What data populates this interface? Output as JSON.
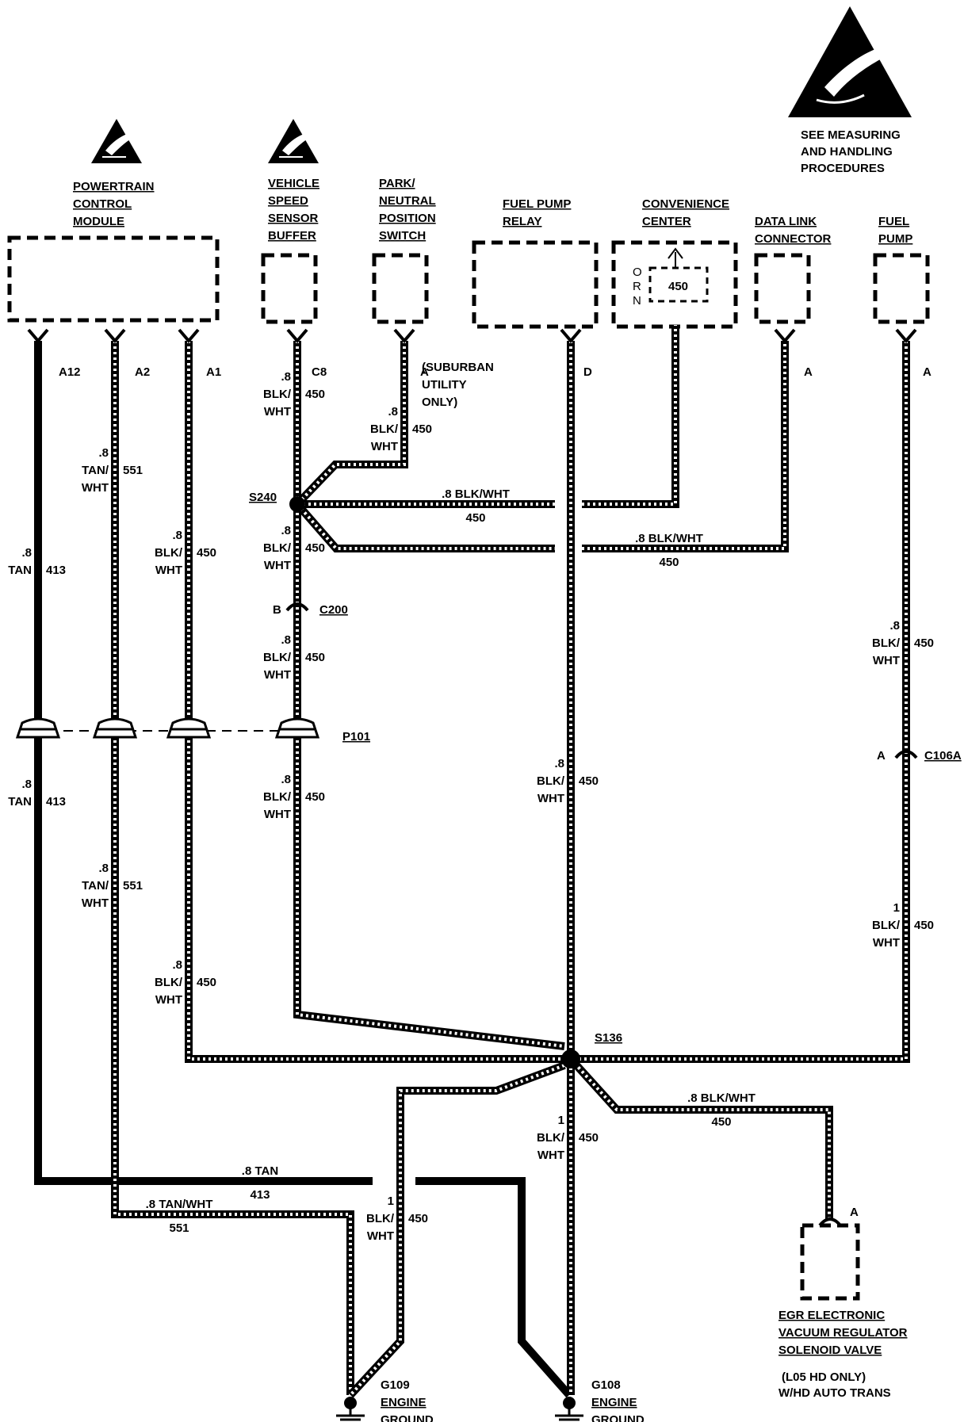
{
  "components": {
    "pcm": "POWERTRAIN CONTROL MODULE",
    "vssb": "VEHICLE SPEED SENSOR BUFFER",
    "pnp": "PARK/ NEUTRAL POSITION SWITCH",
    "fpr": "FUEL PUMP RELAY",
    "conv": "CONVENIENCE CENTER",
    "dlc": "DATA LINK CONNECTOR",
    "fp": "FUEL PUMP",
    "egr": "EGR ELECTRONIC VACUUM REGULATOR SOLENOID VALVE",
    "egr_note1": "(L05 HD ONLY)",
    "egr_note2": "W/HD AUTO TRANS",
    "esd_note": "SEE MEASURING AND HANDLING PROCEDURES"
  },
  "pins": {
    "pcm_a12": "A12",
    "pcm_a2": "A2",
    "pcm_a1": "A1",
    "vssb": "C8",
    "pnp": "A",
    "fpr": "D",
    "dlc": "A",
    "fp": "A",
    "egr": "A",
    "c200": "B",
    "c106a": "A"
  },
  "splices": {
    "s240": "S240",
    "s136": "S136"
  },
  "connectors": {
    "c200": "C200",
    "p101": "P101",
    "c106a": "C106A"
  },
  "grounds": {
    "g109": "G109",
    "g109_l1": "ENGINE",
    "g109_l2": "GROUND",
    "g108": "G108",
    "g108_l1": "ENGINE",
    "g108_l2": "GROUND"
  },
  "conv_center": {
    "orn": "ORN",
    "circuit": "450"
  },
  "wire_labels": {
    "size8": ".8",
    "size1": "1",
    "tan": "TAN",
    "tanwht": "TAN/",
    "blkwht": "BLK/",
    "wht": "WHT",
    "c413": "413",
    "c551": "551",
    "c450": "450",
    "h_blkwht": ".8 BLK/WHT",
    "h_tan": ".8 TAN",
    "h_tanwht": ".8 TAN/WHT",
    "suburban": "(SUBURBAN",
    "utility": "UTILITY",
    "only": "ONLY)"
  }
}
